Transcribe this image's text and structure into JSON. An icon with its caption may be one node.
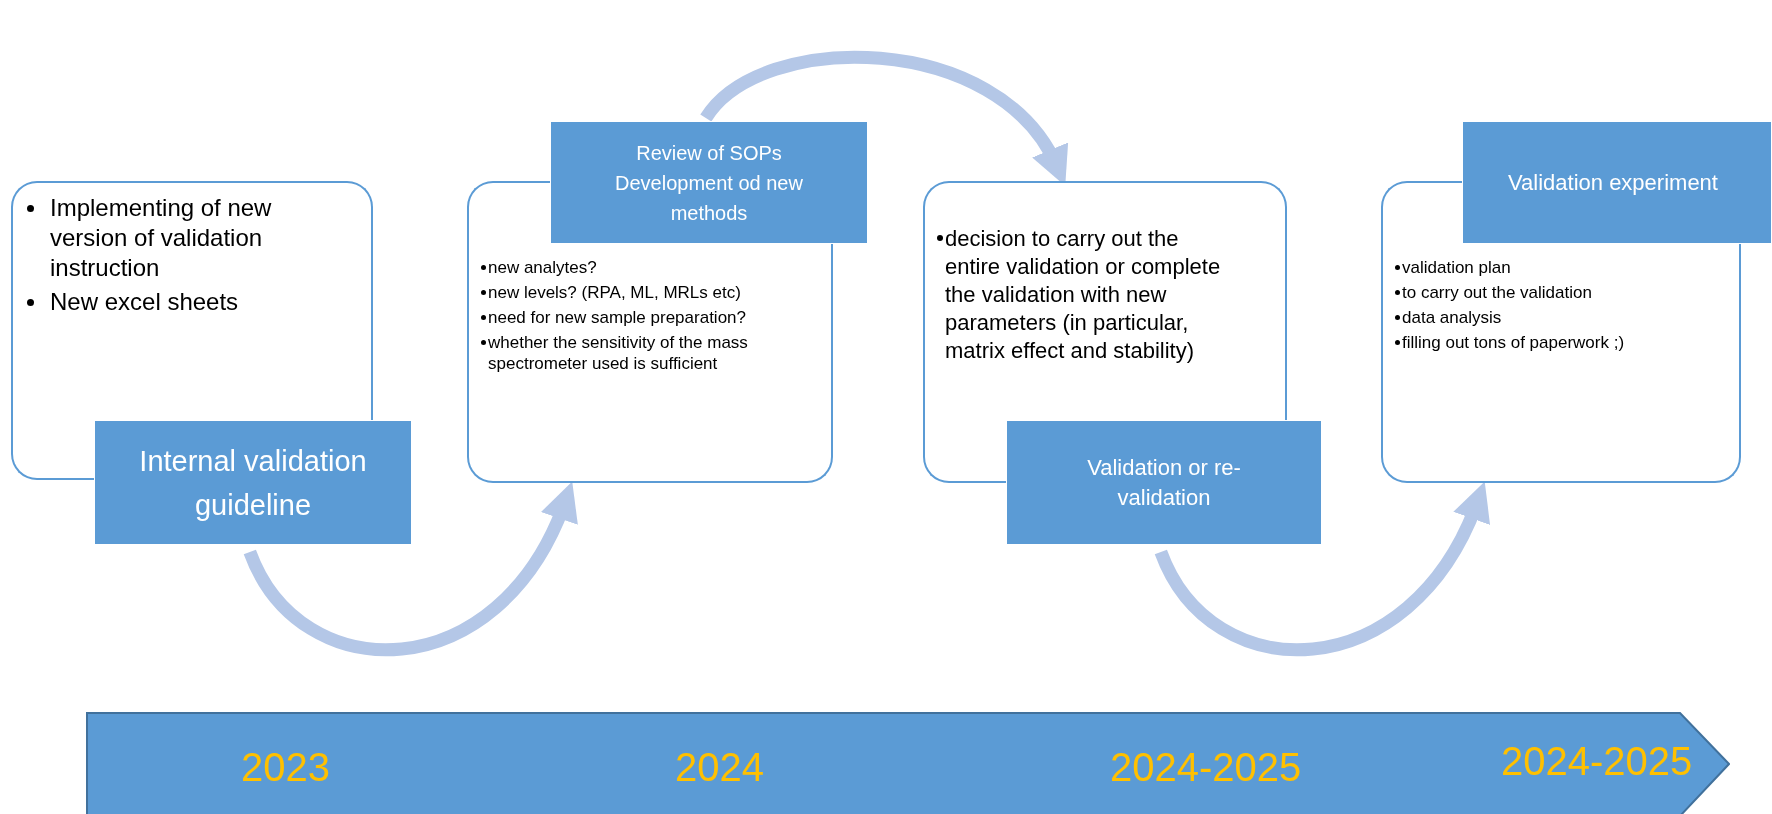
{
  "diagram": {
    "nodes": [
      {
        "text": [
          "Implementing of new version of validation instruction",
          "New excel sheets"
        ]
      },
      {
        "text": [
          "Internal validation guideline"
        ]
      },
      {
        "text": [
          "new analytes?",
          "new levels? (RPA, ML, MRLs etc)",
          "need for new sample preparation?",
          "whether the sensitivity of the mass spectrometer used is sufficient"
        ]
      },
      {
        "text": [
          "Review of SOPs",
          "Development od new methods"
        ]
      },
      {
        "text": [
          "decision to carry out the entire validation or complete the validation with new parameters (in particular, matrix effect and stability)"
        ]
      },
      {
        "text": [
          "Validation or re-validation"
        ]
      },
      {
        "text": [
          "validation plan",
          "to carry out the validation",
          "data analysis",
          "filling out tons of paperwork ;)"
        ]
      },
      {
        "text": [
          "Validation experiment"
        ]
      },
      {
        "text": [
          "2023",
          "2024",
          "2024-2025",
          "2024-2025"
        ]
      }
    ],
    "edges": [
      {
        "from": 1,
        "to": 2,
        "arrow": "to"
      },
      {
        "from": 3,
        "to": 4,
        "arrow": "to"
      },
      {
        "from": 5,
        "to": 6,
        "arrow": "to"
      }
    ]
  }
}
